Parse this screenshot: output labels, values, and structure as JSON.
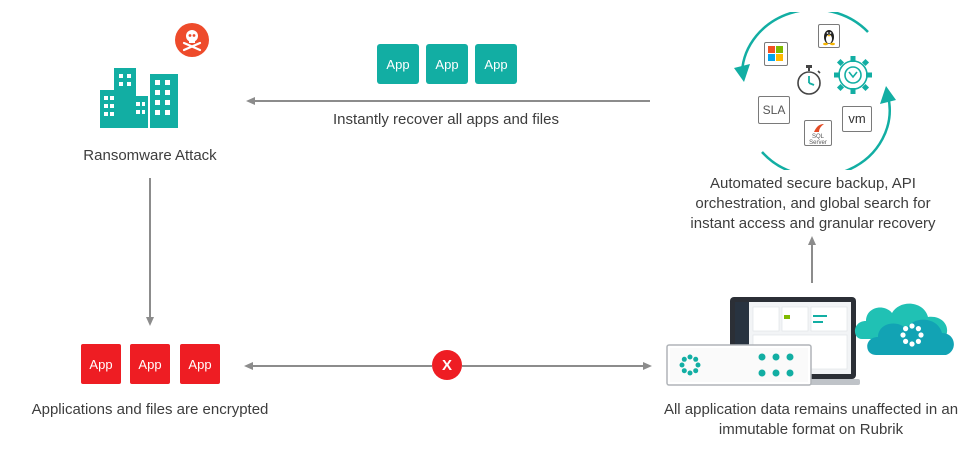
{
  "captions": {
    "ransomware": "Ransomware Attack",
    "recover": "Instantly recover all apps and files",
    "backup": "Automated secure backup, API orchestration, and global search for instant access and granular recovery",
    "encrypted": "Applications and files are encrypted",
    "unaffected": "All application data remains unaffected in an immutable format on Rubrik"
  },
  "apps": {
    "recovered": [
      "App",
      "App",
      "App"
    ],
    "encrypted": [
      "App",
      "App",
      "App"
    ]
  },
  "cycle_labels": {
    "sla": "SLA",
    "vm": "vm",
    "sql": "SQL Server"
  },
  "blocked_mark": "X",
  "colors": {
    "teal": "#12aea3",
    "red": "#ee1d23",
    "arrow_gray": "#8c8c8c",
    "attack_badge": "#ee4b2b",
    "cloud_dark": "#12a3b4",
    "cloud_light": "#20c1b4"
  },
  "icons": [
    "building-icon",
    "skull-crossbones-icon",
    "windows-icon",
    "linux-icon",
    "stopwatch-icon",
    "gear-icon",
    "cycle-arrows-icon",
    "laptop-icon",
    "rubrik-appliance-icon",
    "cloud-icon"
  ]
}
